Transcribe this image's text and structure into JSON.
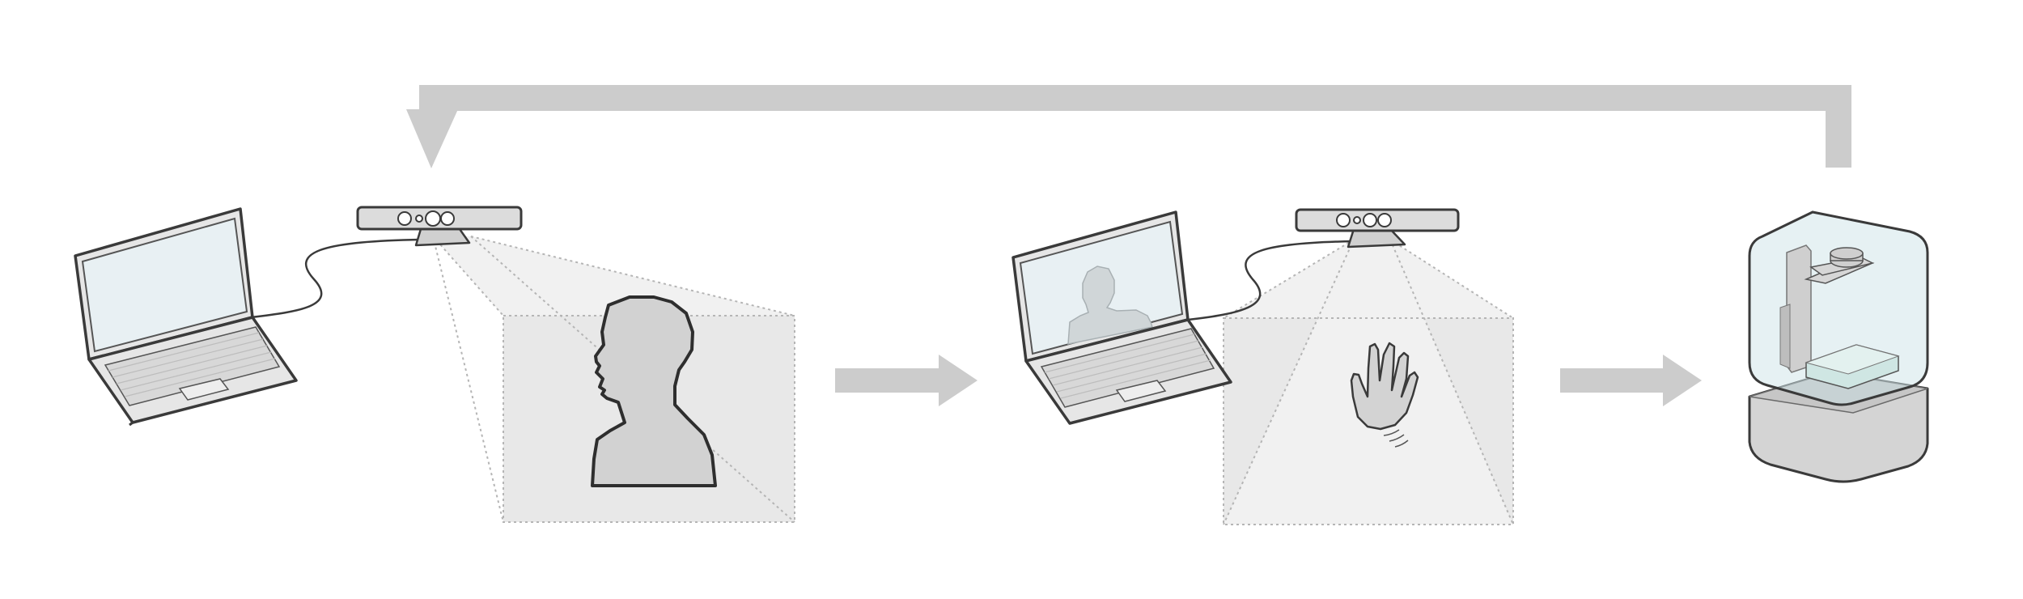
{
  "diagram": {
    "stages": [
      {
        "id": "scan-setup",
        "devices": [
          "laptop-icon",
          "depth-camera-icon"
        ],
        "subject": "head-and-shoulders-silhouette"
      },
      {
        "id": "gesture-control",
        "devices": [
          "laptop-icon",
          "depth-camera-icon"
        ],
        "subject": "hand-gesture-icon"
      },
      {
        "id": "print",
        "devices": [
          "3d-printer-icon"
        ]
      }
    ],
    "connectors": [
      "arrow-scan-to-gesture",
      "arrow-gesture-to-print",
      "feedback-arrow-print-to-scan"
    ],
    "colors": {
      "arrow": "#cccccc",
      "outline": "#3a3a3a",
      "screen": "#e8f0f3",
      "laptop_body": "#e6e6e6",
      "camera_body": "#dcdcdc",
      "frustum": "#ececec",
      "silhouette": "#d2d2d2",
      "resin_tank": "#cfe6e3",
      "printer_base": "#d4d4d4"
    }
  }
}
